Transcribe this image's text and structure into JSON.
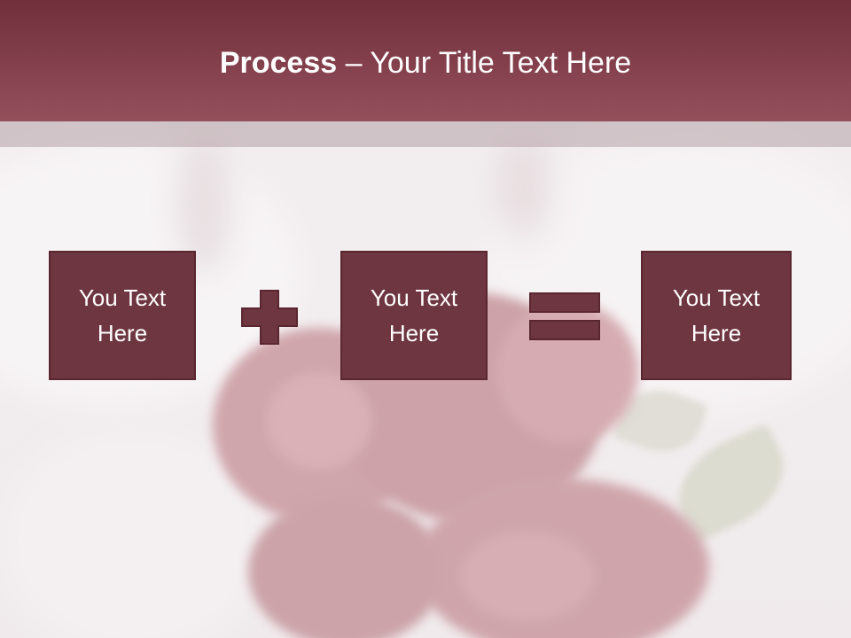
{
  "slide": {
    "title_bold": "Process",
    "title_rest": " – Your Title Text Here"
  },
  "boxes": [
    {
      "text": "You Text Here"
    },
    {
      "text": "You Text Here"
    },
    {
      "text": "You Text Here"
    }
  ],
  "operators": [
    "plus-icon",
    "equals-icon"
  ],
  "colors": {
    "header": "#8a4652",
    "box_fill": "#6e3640",
    "box_border": "#5a2630",
    "text": "#ffffff"
  }
}
